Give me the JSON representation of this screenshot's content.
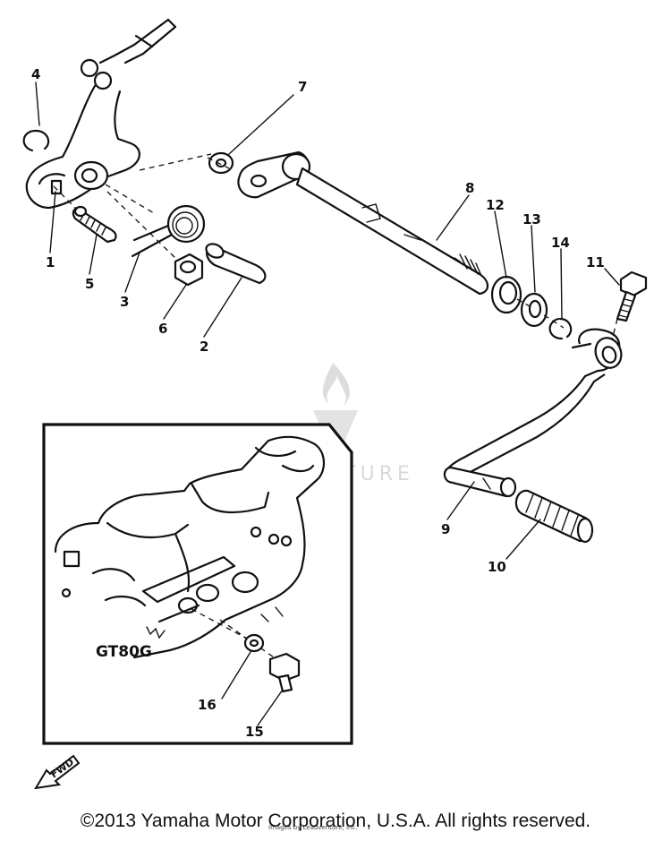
{
  "callouts": {
    "c1": "1",
    "c2": "2",
    "c3": "3",
    "c4": "4",
    "c5": "5",
    "c6": "6",
    "c7": "7",
    "c8": "8",
    "c9": "9",
    "c10": "10",
    "c11": "11",
    "c12": "12",
    "c13": "13",
    "c14": "14",
    "c15": "15",
    "c16": "16"
  },
  "inset": {
    "label": "GT80G"
  },
  "fwd": {
    "label": "FWD"
  },
  "watermark": {
    "text": "LEADVENTURE"
  },
  "footer": {
    "copyright": "©2013 Yamaha Motor Corporation, U.S.A. All rights reserved.",
    "small_print": "Images by Leadventure, Inc."
  }
}
